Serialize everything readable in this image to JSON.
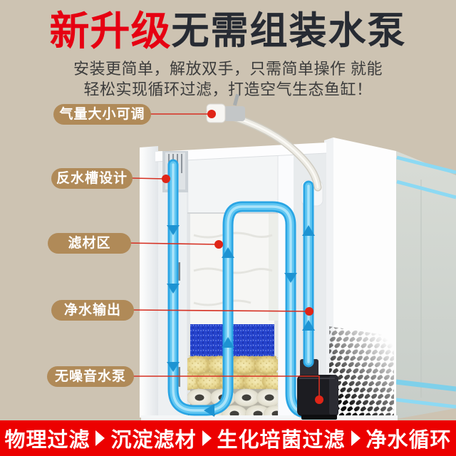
{
  "page": {
    "background": "#cdc3b2"
  },
  "header": {
    "highlight": "新升级",
    "highlight_color": "#e60012",
    "title": "无需组装水泵",
    "title_color": "#272b33",
    "subtitle_line1": "安装更简单，解放双手，只需简单操作 就能",
    "subtitle_line2": "轻松实现循环过滤，打造空气生态鱼缸！"
  },
  "callouts": [
    {
      "label": "气量大小可调"
    },
    {
      "label": "反水槽设计"
    },
    {
      "label": "滤材区"
    },
    {
      "label": "净水输出"
    },
    {
      "label": "无噪音水泵"
    }
  ],
  "callout_style": {
    "badge_bg": "#b08a58",
    "text_color": "#ffffff",
    "line_color": "#d63022"
  },
  "diagram": {
    "tube_color": "#2aa5e4",
    "sponge_color": "#2543cb",
    "glass_color": "#d0d6d0",
    "pump_color": "#1c1c21",
    "water_line_color": "#8cd9f3",
    "parts": [
      "air-valve",
      "air-hose",
      "reverse-water-groove",
      "filter-floss",
      "filter-sponge",
      "bio-filter-media",
      "ceramic-rings",
      "water-pump",
      "flow-tubes",
      "aquarium-glass"
    ]
  },
  "footer": {
    "bg": "#ec0000",
    "text_color": "#ffffff",
    "separator": "❯",
    "items": [
      "物理过滤",
      "沉淀滤材",
      "生化培菌过滤",
      "净水循环"
    ]
  }
}
